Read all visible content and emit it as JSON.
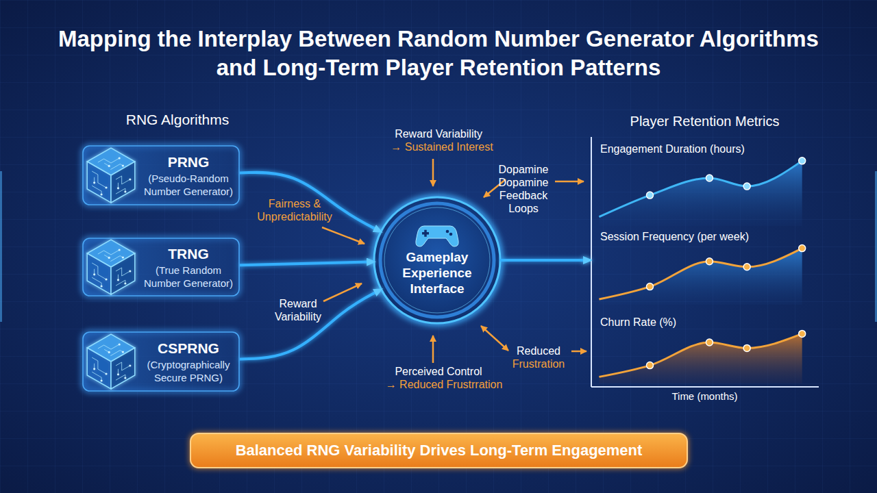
{
  "diagram": {
    "title": "Mapping the Interplay Between Random Number Generator Algorithms and Long-Term Player Retention Patterns",
    "nodes": [
      {
        "text": [
          "PRNG",
          "(Pseudo-Random Number Generator)"
        ]
      },
      {
        "text": [
          "TRNG",
          "(True Random Number Generator)"
        ]
      },
      {
        "text": [
          "CSPRNG",
          "(Cryptographically Secure PRNG)"
        ]
      },
      {
        "text": [
          "Gameplay Experience Interface"
        ]
      },
      {
        "text": [
          "Player Retention Metrics",
          "Time (months)"
        ]
      },
      {
        "text": [
          "Engagement Duration (hours)"
        ],
        "in": 4
      },
      {
        "text": [
          "Session Frequency (per week)"
        ],
        "in": 4
      },
      {
        "text": [
          "Churn Rate (%)"
        ],
        "in": 4
      },
      {
        "text": [
          "Balanced RNG Variability Drives Long-Term Engagement"
        ]
      }
    ],
    "edges": [
      {
        "from": 0,
        "to": 3,
        "arrow": "to"
      },
      {
        "from": 1,
        "to": 3,
        "arrow": "to"
      },
      {
        "from": 2,
        "to": 3,
        "arrow": "to"
      },
      {
        "from": 3,
        "to": 4,
        "arrow": "to"
      }
    ],
    "labels": [
      "RNG Algorithms",
      "Reward Variability",
      "→ Sustained Interest",
      "Dopamine Dopamine Feedback Loops",
      "Fairness & Unpredictability",
      "Reward Variability",
      "Perceived Control",
      "→ Reduced Frustrration",
      "Reduced",
      "Frustration"
    ]
  }
}
